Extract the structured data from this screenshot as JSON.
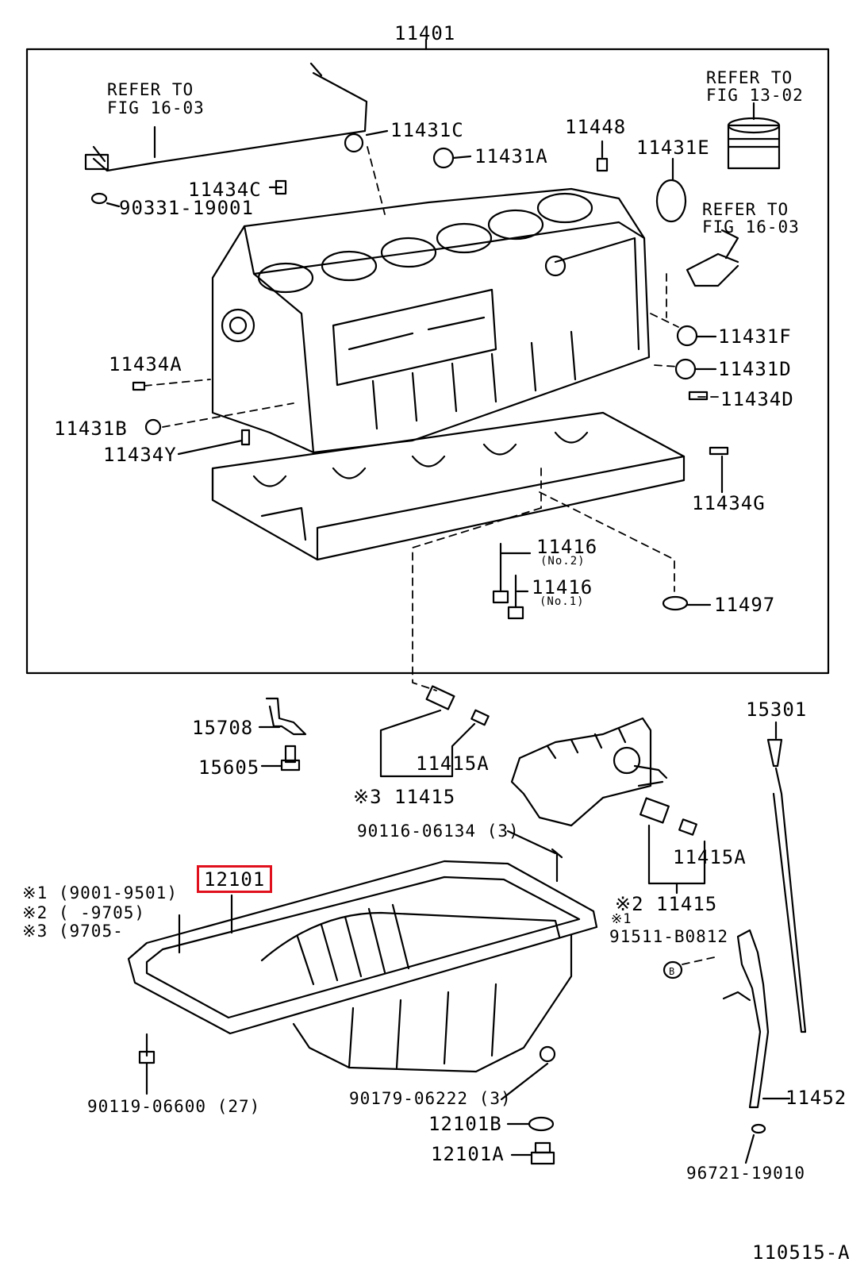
{
  "diagram": {
    "figure_number": "110515-A",
    "highlight_color": "#e0101c",
    "labels": {
      "assembly": "11401",
      "refer_left_1": "REFER TO",
      "refer_left_2": "FIG 16-03",
      "refer_right_top_1": "REFER TO",
      "refer_right_top_2": "FIG 13-02",
      "refer_right_mid_1": "REFER TO",
      "refer_right_mid_2": "FIG 16-03",
      "p11431C": "11431C",
      "p11431A": "11431A",
      "p11448": "11448",
      "p11431E": "11431E",
      "p11434C": "11434C",
      "p90331": "90331-19001",
      "p11431F": "11431F",
      "p11431D": "11431D",
      "p11434A": "11434A",
      "p11434D": "11434D",
      "p11431B": "11431B",
      "p11434Y": "11434Y",
      "p11434G": "11434G",
      "p11416a": "11416",
      "p11416a_note": "(No.2)",
      "p11416b": "11416",
      "p11416b_note": "(No.1)",
      "p11497": "11497",
      "p15708": "15708",
      "p15605": "15605",
      "p11415A_upper": "11415A",
      "p11415_upper": "※3 11415",
      "p15301": "15301",
      "p90116": "90116-06134 (3)",
      "p12101": "12101",
      "note1": "※1 (9001-9501)",
      "note2": "※2 (        -9705)",
      "note3": "※3 (9705-",
      "p11415A_lower": "11415A",
      "p11415_lower": "※2 11415",
      "p91511_note": "※1",
      "p91511": "91511-B0812",
      "p90119": "90119-06600 (27)",
      "p90179": "90179-06222 (3)",
      "p12101B": "12101B",
      "p12101A": "12101A",
      "p11452": "11452",
      "p96721": "96721-19010"
    }
  }
}
